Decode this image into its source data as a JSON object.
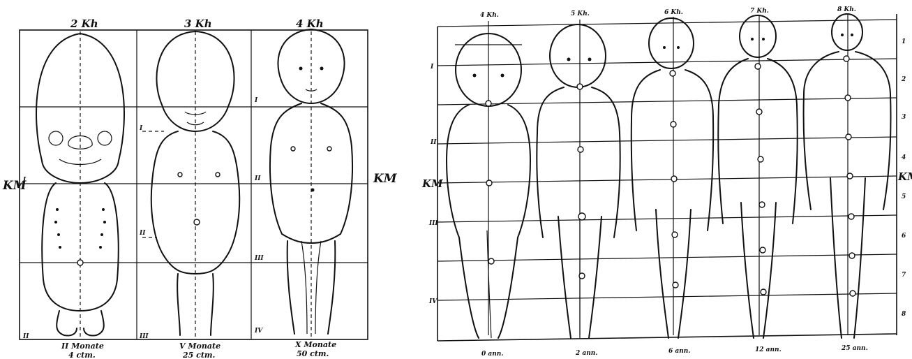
{
  "left_panel": {
    "head_labels": [
      "2 Kh",
      "3 Kh",
      "4 Kh"
    ],
    "km_left": "KM",
    "km_right": "KM",
    "roman_markers": [
      "I",
      "II",
      "III",
      "IV",
      "I",
      "II",
      "III",
      "I",
      "II"
    ],
    "ages": [
      "II Monate",
      "V Monate",
      "X Monate"
    ],
    "sizes": [
      "4 ctm.",
      "25 ctm.",
      "50 ctm."
    ]
  },
  "right_panel": {
    "head_labels": [
      "4 Kh.",
      "5 Kh.",
      "6 Kh.",
      "7 Kh.",
      "8 Kh."
    ],
    "km_left": "KM",
    "km_right": "KM",
    "roman_left": [
      "I",
      "II",
      "III",
      "IV"
    ],
    "arabic_right": [
      "1",
      "2",
      "3",
      "4",
      "5",
      "6",
      "7",
      "8"
    ],
    "ages": [
      "0 ann.",
      "2 ann.",
      "6 ann.",
      "12 ann.",
      "25 ann."
    ]
  }
}
